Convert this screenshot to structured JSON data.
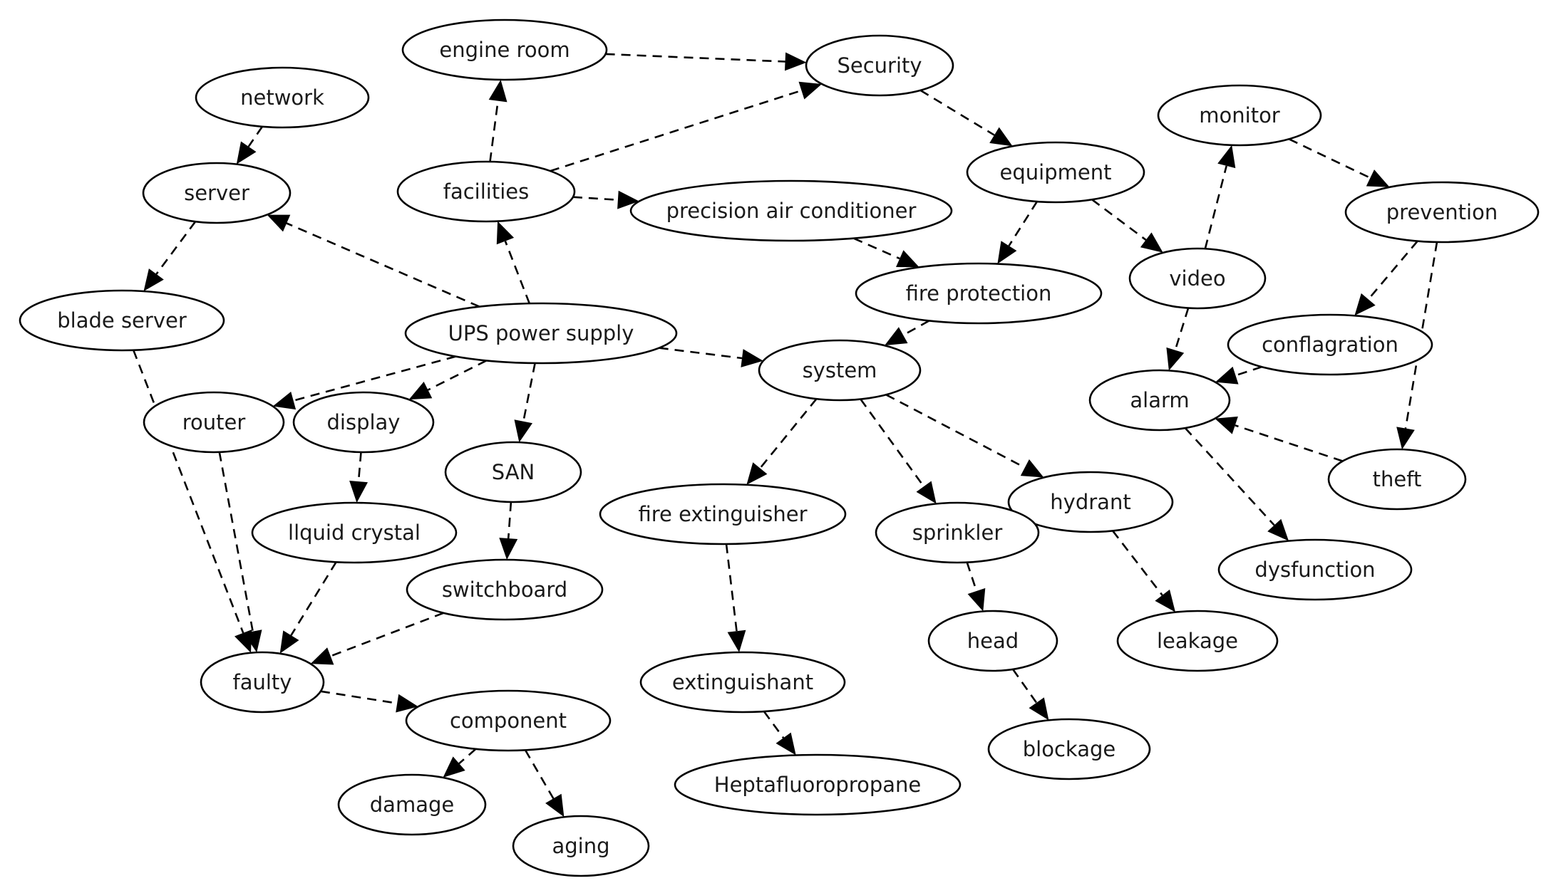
{
  "nodes": [
    {
      "id": "engine_room",
      "label": "engine room"
    },
    {
      "id": "security",
      "label": "Security"
    },
    {
      "id": "network",
      "label": "network"
    },
    {
      "id": "monitor",
      "label": "monitor"
    },
    {
      "id": "server",
      "label": "server"
    },
    {
      "id": "facilities",
      "label": "facilities"
    },
    {
      "id": "equipment",
      "label": "equipment"
    },
    {
      "id": "precision_ac",
      "label": "precision air conditioner"
    },
    {
      "id": "prevention",
      "label": "prevention"
    },
    {
      "id": "video",
      "label": "video"
    },
    {
      "id": "fire_protection",
      "label": "fire protection"
    },
    {
      "id": "blade_server",
      "label": "blade server"
    },
    {
      "id": "ups",
      "label": "UPS power supply"
    },
    {
      "id": "conflagration",
      "label": "conflagration"
    },
    {
      "id": "system",
      "label": "system"
    },
    {
      "id": "alarm",
      "label": "alarm"
    },
    {
      "id": "router",
      "label": "router"
    },
    {
      "id": "display",
      "label": "display"
    },
    {
      "id": "san",
      "label": "SAN"
    },
    {
      "id": "theft",
      "label": "theft"
    },
    {
      "id": "hydrant",
      "label": "hydrant"
    },
    {
      "id": "fire_extinguisher",
      "label": "fire extinguisher"
    },
    {
      "id": "sprinkler",
      "label": "sprinkler"
    },
    {
      "id": "liquid_crystal",
      "label": "llquid crystal"
    },
    {
      "id": "dysfunction",
      "label": "dysfunction"
    },
    {
      "id": "switchboard",
      "label": "switchboard"
    },
    {
      "id": "leakage",
      "label": "leakage"
    },
    {
      "id": "head",
      "label": "head"
    },
    {
      "id": "faulty",
      "label": "faulty"
    },
    {
      "id": "extinguishant",
      "label": "extinguishant"
    },
    {
      "id": "component",
      "label": "component"
    },
    {
      "id": "blockage",
      "label": "blockage"
    },
    {
      "id": "heptafluoropropane",
      "label": "Heptafluoropropane"
    },
    {
      "id": "damage",
      "label": "damage"
    },
    {
      "id": "aging",
      "label": "aging"
    }
  ],
  "edges": [
    {
      "from": "engine_room",
      "to": "security"
    },
    {
      "from": "facilities",
      "to": "security"
    },
    {
      "from": "facilities",
      "to": "engine_room"
    },
    {
      "from": "facilities",
      "to": "precision_ac"
    },
    {
      "from": "security",
      "to": "equipment"
    },
    {
      "from": "network",
      "to": "server"
    },
    {
      "from": "server",
      "to": "blade_server"
    },
    {
      "from": "ups",
      "to": "server"
    },
    {
      "from": "ups",
      "to": "facilities"
    },
    {
      "from": "ups",
      "to": "system"
    },
    {
      "from": "ups",
      "to": "router"
    },
    {
      "from": "ups",
      "to": "display"
    },
    {
      "from": "ups",
      "to": "san"
    },
    {
      "from": "precision_ac",
      "to": "fire_protection"
    },
    {
      "from": "equipment",
      "to": "fire_protection"
    },
    {
      "from": "equipment",
      "to": "video"
    },
    {
      "from": "video",
      "to": "monitor"
    },
    {
      "from": "monitor",
      "to": "prevention"
    },
    {
      "from": "video",
      "to": "alarm"
    },
    {
      "from": "fire_protection",
      "to": "system"
    },
    {
      "from": "prevention",
      "to": "conflagration"
    },
    {
      "from": "prevention",
      "to": "theft"
    },
    {
      "from": "conflagration",
      "to": "alarm"
    },
    {
      "from": "theft",
      "to": "alarm"
    },
    {
      "from": "alarm",
      "to": "dysfunction"
    },
    {
      "from": "system",
      "to": "fire_extinguisher"
    },
    {
      "from": "system",
      "to": "sprinkler"
    },
    {
      "from": "system",
      "to": "hydrant"
    },
    {
      "from": "blade_server",
      "to": "faulty"
    },
    {
      "from": "router",
      "to": "faulty"
    },
    {
      "from": "display",
      "to": "liquid_crystal"
    },
    {
      "from": "liquid_crystal",
      "to": "faulty"
    },
    {
      "from": "san",
      "to": "switchboard"
    },
    {
      "from": "switchboard",
      "to": "faulty"
    },
    {
      "from": "hydrant",
      "to": "leakage"
    },
    {
      "from": "sprinkler",
      "to": "head"
    },
    {
      "from": "head",
      "to": "blockage"
    },
    {
      "from": "fire_extinguisher",
      "to": "extinguishant"
    },
    {
      "from": "extinguishant",
      "to": "heptafluoropropane"
    },
    {
      "from": "faulty",
      "to": "component"
    },
    {
      "from": "component",
      "to": "damage"
    },
    {
      "from": "component",
      "to": "aging"
    }
  ]
}
